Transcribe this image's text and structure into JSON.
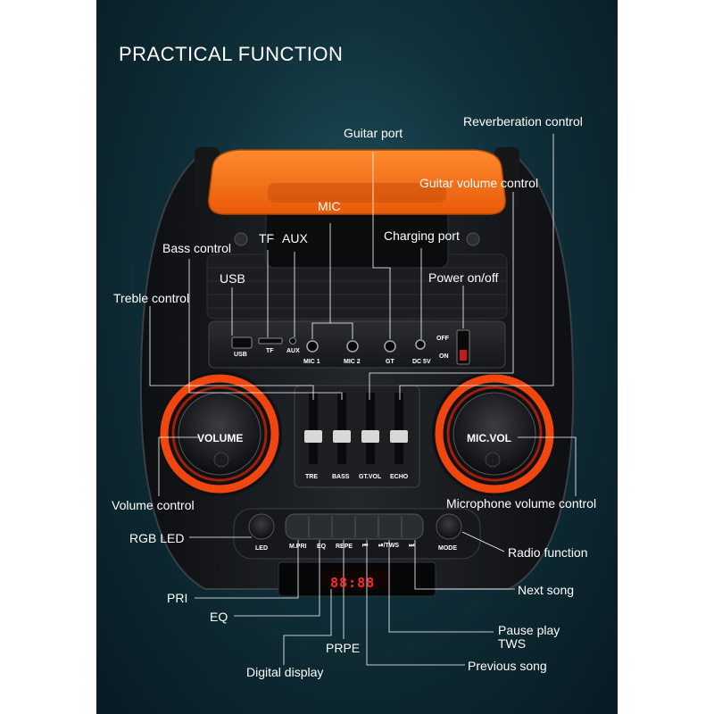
{
  "title": "PRACTICAL FUNCTION",
  "callouts": {
    "guitar_port": "Guitar port",
    "reverberation_control": "Reverberation control",
    "guitar_volume_control": "Guitar volume control",
    "mic": "MIC",
    "tf": "TF",
    "aux": "AUX",
    "bass_control": "Bass control",
    "charging_port": "Charging port",
    "usb": "USB",
    "power": "Power on/off",
    "treble_control": "Treble control",
    "volume_control": "Volume control",
    "mic_volume_control": "Microphone volume control",
    "rgb_led": "RGB LED",
    "radio_function": "Radio function",
    "next_song": "Next song",
    "pri": "PRI",
    "eq": "EQ",
    "pause_play": "Pause play",
    "tws": "TWS",
    "prpe": "PRPE",
    "digital_display": "Digital display",
    "previous_song": "Previous song"
  },
  "panel": {
    "usb": "USB",
    "tf": "TF",
    "aux": "AUX",
    "mic1": "MIC 1",
    "mic2": "MIC 2",
    "gt": "GT",
    "dc": "DC 5V",
    "off": "OFF",
    "on": "ON"
  },
  "sliders": {
    "tre": "TRE",
    "bass": "BASS",
    "gtvol": "GT.VOL",
    "echo": "ECHO"
  },
  "knobs": {
    "volume": "VOLUME",
    "micvol": "MIC.VOL"
  },
  "buttons": {
    "led": "LED",
    "mpri": "M.PRI",
    "eq": "EQ",
    "repe": "REPE",
    "prev": "⏮",
    "play_tws": "⏯/TWS",
    "next": "⏭",
    "mode": "MODE"
  },
  "display": "88:88",
  "colors": {
    "accent_orange": "#ff6a10",
    "led_red": "#ff2a2a"
  }
}
